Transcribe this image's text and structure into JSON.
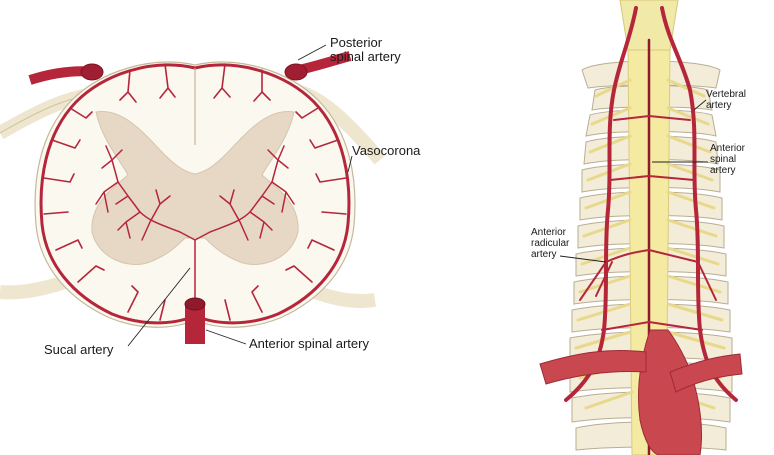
{
  "cross_section": {
    "labels": {
      "posterior_spinal_artery": [
        "Posterior",
        "spinal artery"
      ],
      "vasocorona": "Vasocorona",
      "sucal_artery": "Sucal artery",
      "anterior_spinal_artery": "Anterior spinal artery"
    }
  },
  "anterior_view": {
    "labels": {
      "vertebral_artery": [
        "Vertebral",
        "artery"
      ],
      "anterior_spinal_artery": [
        "Anterior",
        "spinal",
        "artery"
      ],
      "anterior_radicular_artery": [
        "Anterior",
        "radicular",
        "artery"
      ]
    }
  },
  "colors": {
    "artery": "#b5263a",
    "cord_white": "#fbf8f0",
    "grey_matter": "#e6d8c4",
    "nerve": "#efe29a",
    "bone": "#f3ecd8"
  }
}
